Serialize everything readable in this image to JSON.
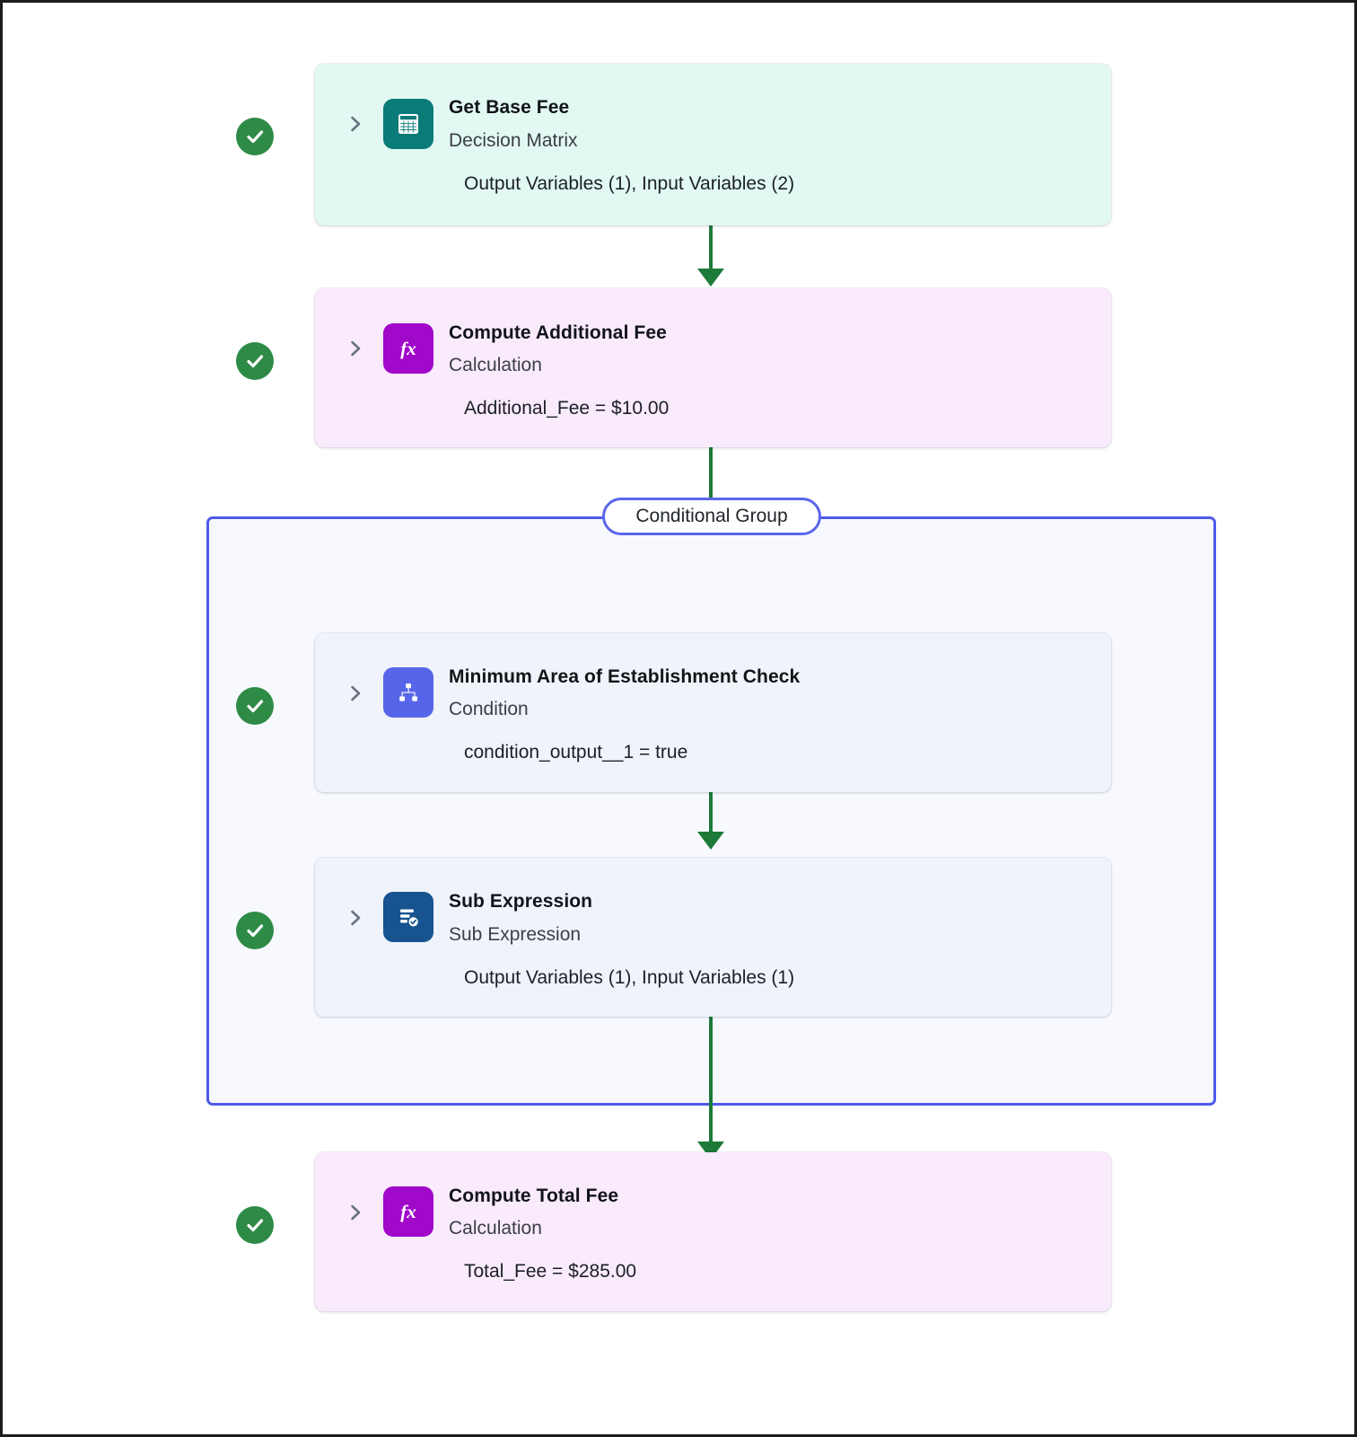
{
  "colors": {
    "status_success": "#2e8b46",
    "connector": "#1d7a38",
    "group_border": "#4e5ae8",
    "group_background": "#f8f9ff",
    "card_teal": "#e2f8f2",
    "card_purple": "#f9eafc",
    "card_plain": "#f1f3fa",
    "icon_teal": "#0b7b78",
    "icon_purple": "#a009c9",
    "icon_indigo": "#5766e8",
    "icon_navy": "#17538f"
  },
  "group": {
    "label": "Conditional Group"
  },
  "nodes": [
    {
      "id": "get-base-fee",
      "title": "Get Base Fee",
      "subtitle": "Decision Matrix",
      "detail": "Output Variables (1), Input Variables (2)",
      "status": "success",
      "icon": "decision-matrix-icon",
      "expand": "chevron-right-icon"
    },
    {
      "id": "compute-additional-fee",
      "title": "Compute Additional Fee",
      "subtitle": "Calculation",
      "detail": "Additional_Fee = $10.00",
      "status": "success",
      "icon": "function-fx-icon",
      "expand": "chevron-right-icon"
    },
    {
      "id": "minimum-area-of-establishment-check",
      "title": "Minimum Area of Establishment Check",
      "subtitle": "Condition",
      "detail": "condition_output__1 = true",
      "status": "success",
      "icon": "sitemap-condition-icon",
      "expand": "chevron-right-icon"
    },
    {
      "id": "sub-expression",
      "title": "Sub Expression",
      "subtitle": "Sub Expression",
      "detail": "Output Variables (1), Input Variables (1)",
      "status": "success",
      "icon": "sub-expression-icon",
      "expand": "chevron-right-icon"
    },
    {
      "id": "compute-total-fee",
      "title": "Compute Total Fee",
      "subtitle": "Calculation",
      "detail": "Total_Fee = $285.00",
      "status": "success",
      "icon": "function-fx-icon",
      "expand": "chevron-right-icon"
    }
  ]
}
